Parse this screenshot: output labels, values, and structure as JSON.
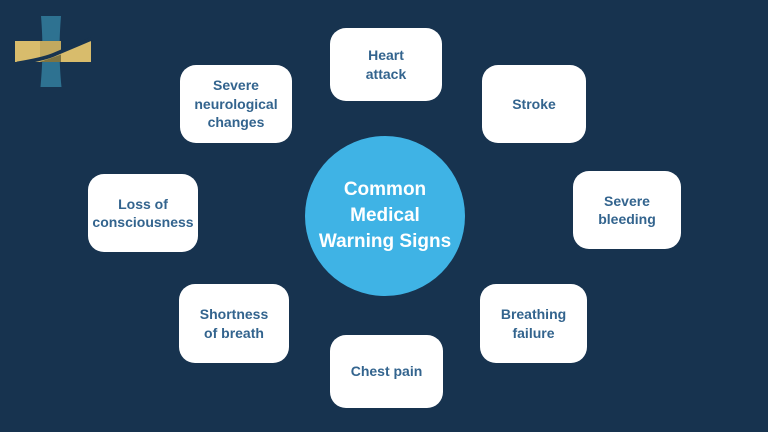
{
  "slide": {
    "background_color": "#17334f",
    "logo": {
      "description": "medical-cross-logo",
      "teal_color": "#2e7291",
      "gold_color": "#d8bc6c",
      "overlap_dark_gold": "#c2a95f",
      "overlap_olive": "#7e7442"
    },
    "diagram": {
      "center": {
        "title": "Common\nMedical\nWarning Signs",
        "circle_color": "#3fb3e5",
        "text_color": "#ffffff"
      },
      "node_text_color": "#33648e",
      "node_background": "#ffffff",
      "items": [
        {
          "label": "Heart\nattack"
        },
        {
          "label": "Stroke"
        },
        {
          "label": "Severe\nbleeding"
        },
        {
          "label": "Breathing\nfailure"
        },
        {
          "label": "Chest pain"
        },
        {
          "label": "Shortness\nof breath"
        },
        {
          "label": "Loss of\nconsciousness"
        },
        {
          "label": "Severe\nneurological\nchanges"
        }
      ]
    }
  }
}
